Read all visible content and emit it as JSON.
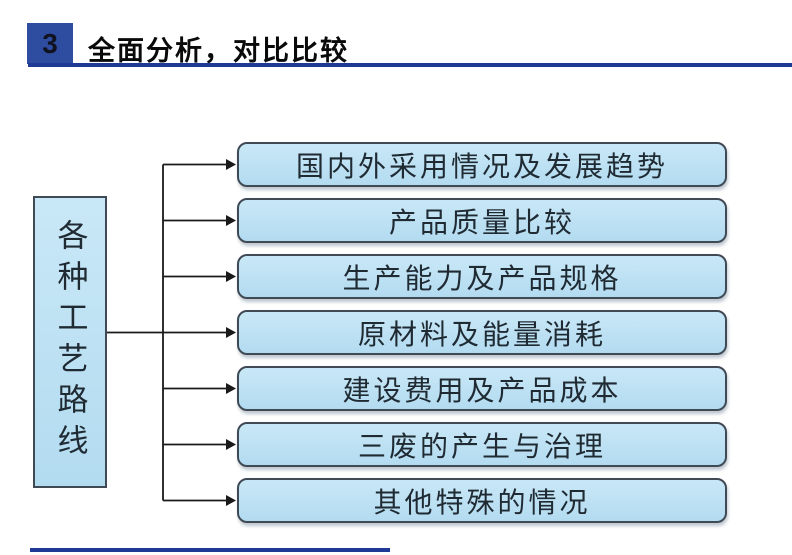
{
  "header": {
    "badge_number": "3",
    "title": "全面分析，对比比较"
  },
  "diagram": {
    "root_label": "各种工艺路线",
    "branches": [
      {
        "label": "国内外采用情况及发展趋势"
      },
      {
        "label": "产品质量比较"
      },
      {
        "label": "生产能力及产品规格"
      },
      {
        "label": "原材料及能量消耗"
      },
      {
        "label": "建设费用及产品成本"
      },
      {
        "label": "三废的产生与治理"
      },
      {
        "label": "其他特殊的情况"
      }
    ]
  },
  "colors": {
    "badge_bg": "#2e4da0",
    "header_rule": "#1e3a96",
    "box_fill_top": "#c9e8f7",
    "box_fill_bottom": "#b3dbf0",
    "box_border": "#3f4a55",
    "connector": "#1a1a1a",
    "box_text": "#1f2a33",
    "title_text": "#0a0a0a"
  }
}
